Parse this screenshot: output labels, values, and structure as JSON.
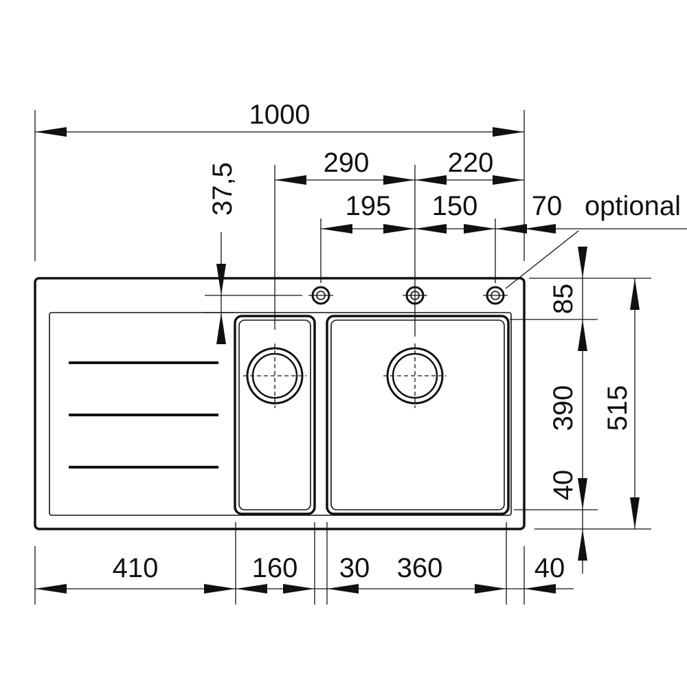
{
  "dimensions": {
    "overall_width": "1000",
    "tap_hole_a_to_b": "290",
    "tap_hole_b_to_edge": "220",
    "edge_to_tap_hole_a": "37,5",
    "tap_spacing_195": "195",
    "tap_spacing_150": "150",
    "edge_70": "70",
    "optional_label": "optional",
    "back_rim": "85",
    "bowl_depth": "390",
    "front_rim": "40",
    "overall_depth": "515",
    "drainer_width": "410",
    "small_bowl_width": "160",
    "divider_width": "30",
    "large_bowl_width": "360",
    "right_rim": "40"
  }
}
